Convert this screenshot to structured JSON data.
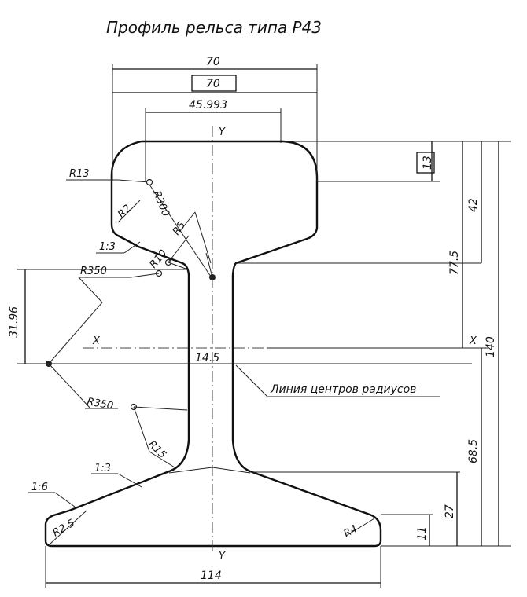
{
  "title": "Профиль рельса типа Р43",
  "axes": {
    "y_top": "Y",
    "y_bottom": "Y",
    "x_left": "X",
    "x_right": "X"
  },
  "dimensions": {
    "head_width": "70",
    "head_width_boxed": "70",
    "head_crown_width": "45.993",
    "head_radius_side": "R13",
    "head_edge_radius": "R2",
    "crown_radius": "R300",
    "under_head_radius": "R5",
    "under_head_slope": "1:3",
    "web_fillet_radius": "R10",
    "web_upper_radius": "R350",
    "web_lower_radius": "R350",
    "web_to_centers": "31.96",
    "web_thickness": "14.5",
    "base_fillet_radius": "R15",
    "base_slope_upper": "1:3",
    "base_slope_edge": "1:6",
    "base_left_radius": "R2.5",
    "base_right_radius": "R4",
    "base_width": "114",
    "boxed_13": "13",
    "head_height": "42",
    "head_to_neutral": "77.5",
    "rail_height": "140",
    "base_to_neutral": "68.5",
    "base_to_web_start": "27",
    "base_edge_thickness": "11"
  },
  "annotation": "Линия центров радиусов"
}
